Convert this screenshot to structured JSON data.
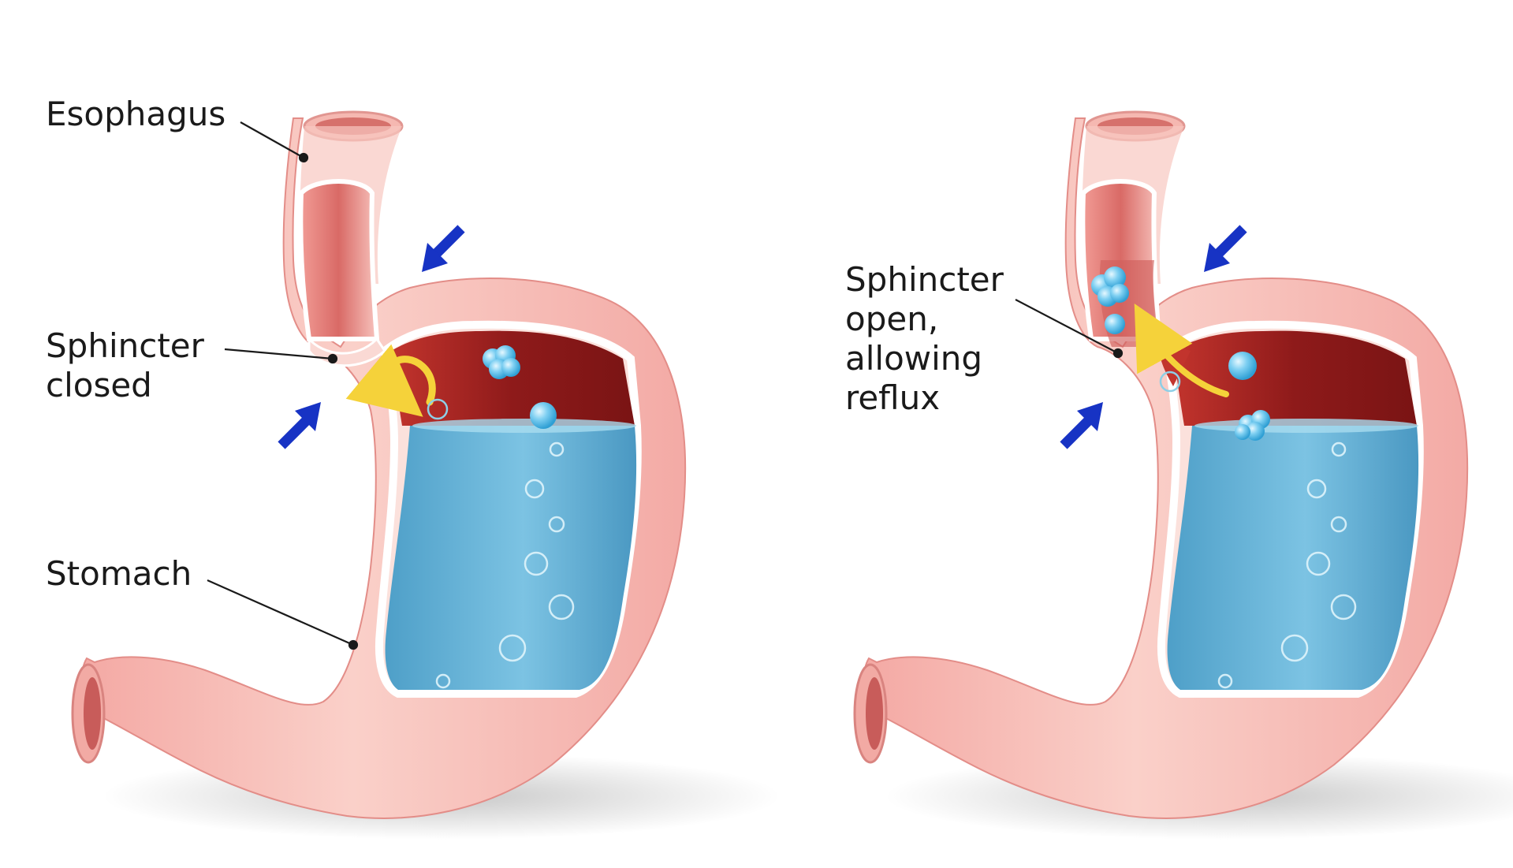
{
  "labels": {
    "esophagus": "Esophagus",
    "sphincter_closed": [
      "Sphincter",
      "closed"
    ],
    "stomach": "Stomach",
    "sphincter_open": [
      "Sphincter",
      "open,",
      "allowing",
      "reflux"
    ]
  },
  "colors": {
    "background": "#ffffff",
    "stomach_wall": "#f7b9b3",
    "stomach_wall_dark": "#e98d88",
    "inner_lining": "#fbe3df",
    "gas_region": "#9c1f1f",
    "gastric_fluid": "#6ab5d8",
    "bubble": "#7fd0f2",
    "pressure_arrow": "#1733c4",
    "flow_arrow": "#f5d23a",
    "leader_line": "#1a1a1a"
  },
  "icons": {
    "pressure_arrows": "blue-arrow-icon",
    "acid_flow": "curved-yellow-arrow-icon",
    "reflux_flow": "yellow-arrow-icon"
  }
}
